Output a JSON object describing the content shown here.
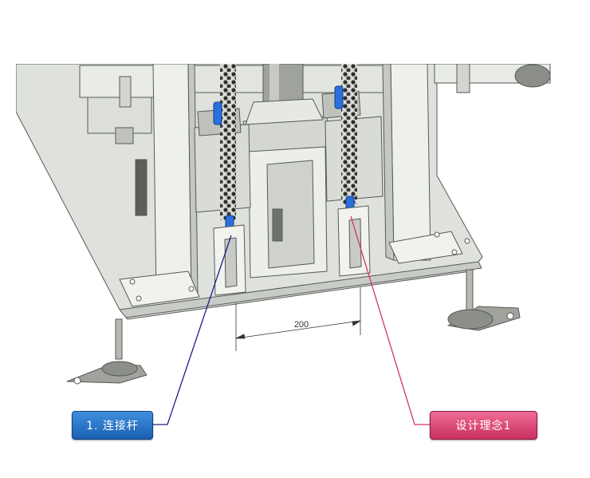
{
  "diagram": {
    "dimension_label": "200",
    "callouts": [
      {
        "id": "callout-1",
        "label": "1. 连接杆",
        "color": "#1f6fc5"
      },
      {
        "id": "callout-2",
        "label": "设计理念1",
        "color": "#d63a6c"
      }
    ],
    "colors": {
      "frame": "#e4e7e0",
      "frame_edge": "#555a55",
      "chain": "#3a3a3a",
      "connector": "#2a6fdc",
      "leader_blue": "#1b1f8a",
      "leader_pink": "#d6336c"
    }
  }
}
